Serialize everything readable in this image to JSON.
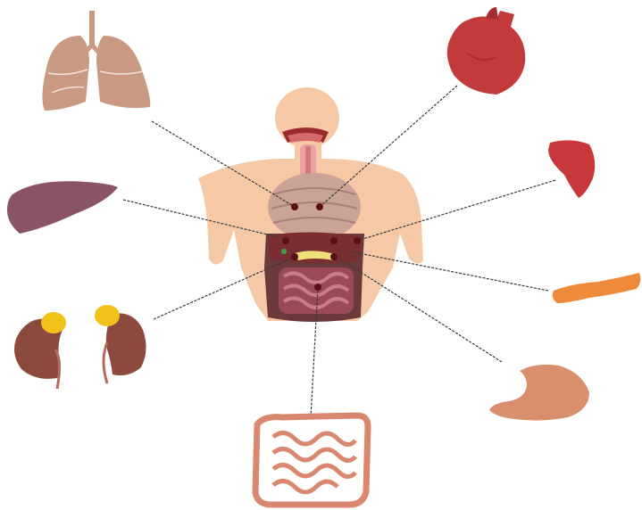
{
  "diagram": {
    "organs": [
      {
        "id": "lungs",
        "icon": "lungs-icon",
        "color": "#c99a82"
      },
      {
        "id": "heart",
        "icon": "heart-icon",
        "color": "#c33a3a"
      },
      {
        "id": "liver",
        "icon": "liver-icon",
        "color": "#8a5368"
      },
      {
        "id": "spleen",
        "icon": "spleen-icon",
        "color": "#c8383a"
      },
      {
        "id": "pancreas",
        "icon": "pancreas-icon",
        "color": "#ef8a3a"
      },
      {
        "id": "kidneys",
        "icon": "kidneys-icon",
        "color": "#8c4a3e",
        "accent": "#f2c21a"
      },
      {
        "id": "stomach",
        "icon": "stomach-icon",
        "color": "#d98f6e"
      },
      {
        "id": "intestines",
        "icon": "intestines-icon",
        "color": "#d9876e"
      }
    ],
    "body": {
      "icon": "human-torso-icon",
      "skin_color": "#f5c9a6"
    },
    "leader_line_color": "#3a3a3a",
    "marker_color": "#5a0f14"
  }
}
